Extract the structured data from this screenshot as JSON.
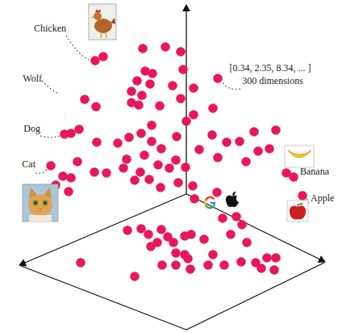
{
  "diagram": {
    "labels": [
      "Chicken",
      "Wolf",
      "Dog",
      "Cat",
      "[0.34, 2.35, 8.34, ... ]",
      "300 dimensions",
      "Banana",
      "Apple"
    ]
  }
}
